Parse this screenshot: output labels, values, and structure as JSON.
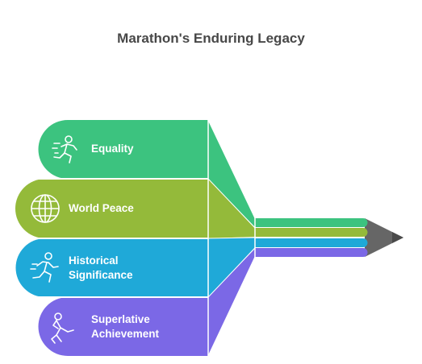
{
  "title": "Marathon's Enduring Legacy",
  "items": [
    {
      "label": "Equality",
      "color": "#3cc37f",
      "icon": "running-person-icon"
    },
    {
      "label": "World Peace",
      "color": "#94ba3a",
      "icon": "globe-icon"
    },
    {
      "label": "Historical Significance",
      "color": "#1fa9d8",
      "icon": "runner-icon"
    },
    {
      "label": "Superlative Achievement",
      "color": "#7b68e6",
      "icon": "sprinter-icon"
    }
  ],
  "tip_color": "#666666"
}
